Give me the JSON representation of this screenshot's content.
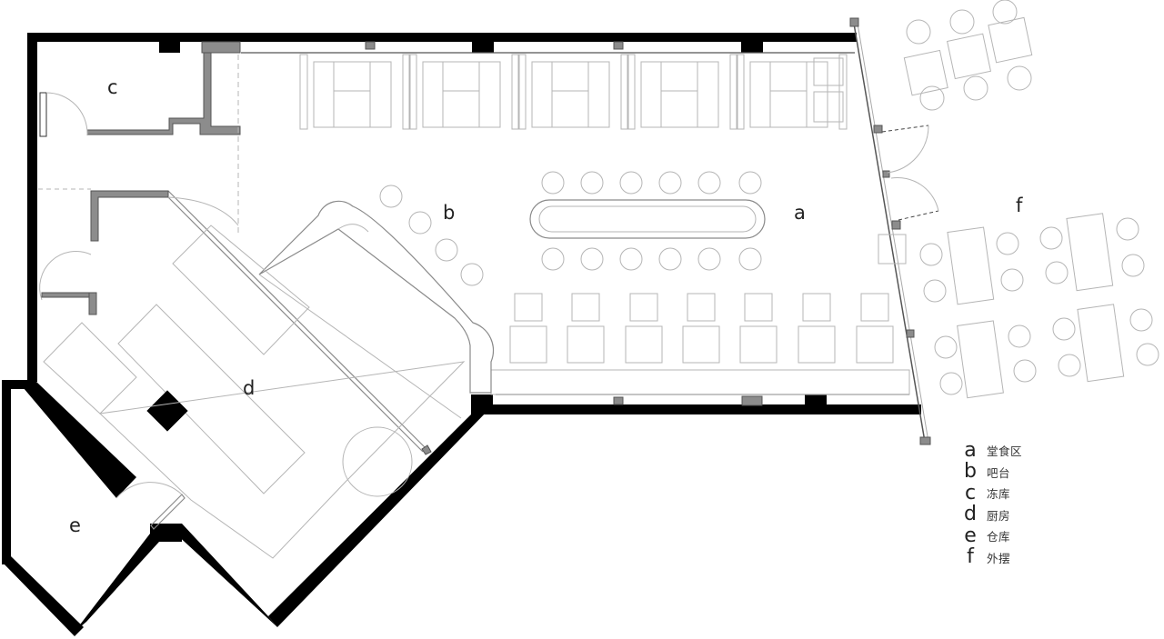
{
  "zones": [
    {
      "letter": "a",
      "name": "堂食区"
    },
    {
      "letter": "b",
      "name": "吧台"
    },
    {
      "letter": "c",
      "name": "冻库"
    },
    {
      "letter": "d",
      "name": "厨房"
    },
    {
      "letter": "e",
      "name": "仓库"
    },
    {
      "letter": "f",
      "name": "外摆"
    }
  ],
  "colors": {
    "wall": "#000000",
    "column": "#8c8c8c",
    "furniture_line": "#b5b5b5"
  }
}
